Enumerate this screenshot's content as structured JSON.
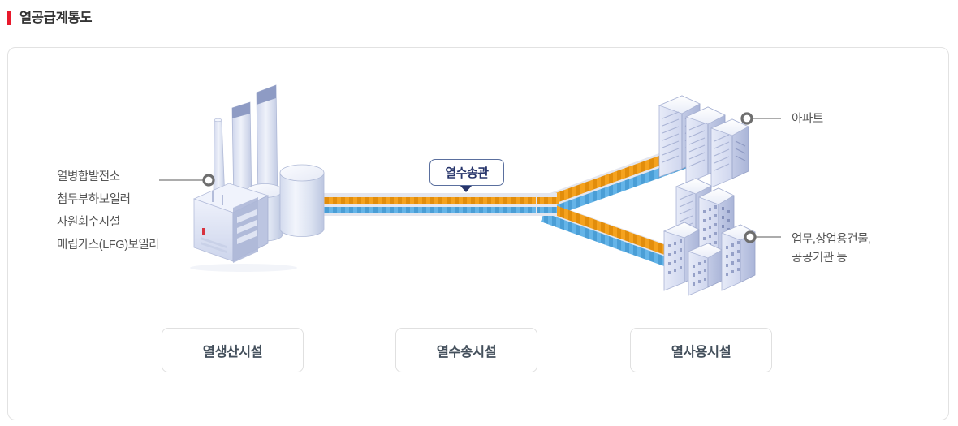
{
  "header": {
    "title": "열공급계통도",
    "accent_color": "#e8192c"
  },
  "diagram": {
    "left_labels": [
      "열병합발전소",
      "첨두부하보일러",
      "자원회수시설",
      "매립가스(LFG)보일러"
    ],
    "callout": {
      "label": "열수송관"
    },
    "right_labels": {
      "apartment": "아파트",
      "commercial_line1": "업무,상업용건물,",
      "commercial_line2": "공공기관 등"
    },
    "stages": [
      {
        "label": "열생산시설"
      },
      {
        "label": "열수송시설"
      },
      {
        "label": "열사용시설"
      }
    ],
    "pipes": {
      "supply_color": "#f5a21e",
      "supply_dash_color": "#e08c0c",
      "return_color": "#64b4e8",
      "return_dash_color": "#4a9ed6",
      "casing_color": "#e4e6ee"
    },
    "icon_colors": {
      "building_light": "#eef1fa",
      "building_mid": "#d3d9ee",
      "building_dark": "#b9c2e0",
      "building_edge": "#9aa5cc",
      "connector_ring": "#6e6e6e"
    }
  }
}
